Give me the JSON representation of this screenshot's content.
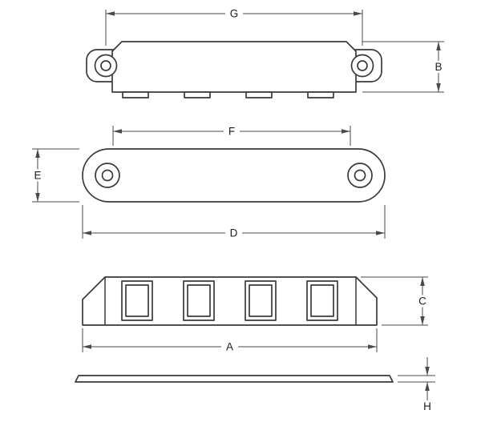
{
  "drawing": {
    "background": "#ffffff",
    "outline_color": "#3a3a3a",
    "dimension_color": "#4a4a4a",
    "text_color": "#1e1e1e",
    "dimensions": {
      "g": "G",
      "b": "B",
      "f": "F",
      "e": "E",
      "d": "D",
      "c": "C",
      "a": "A",
      "h": "H"
    }
  }
}
